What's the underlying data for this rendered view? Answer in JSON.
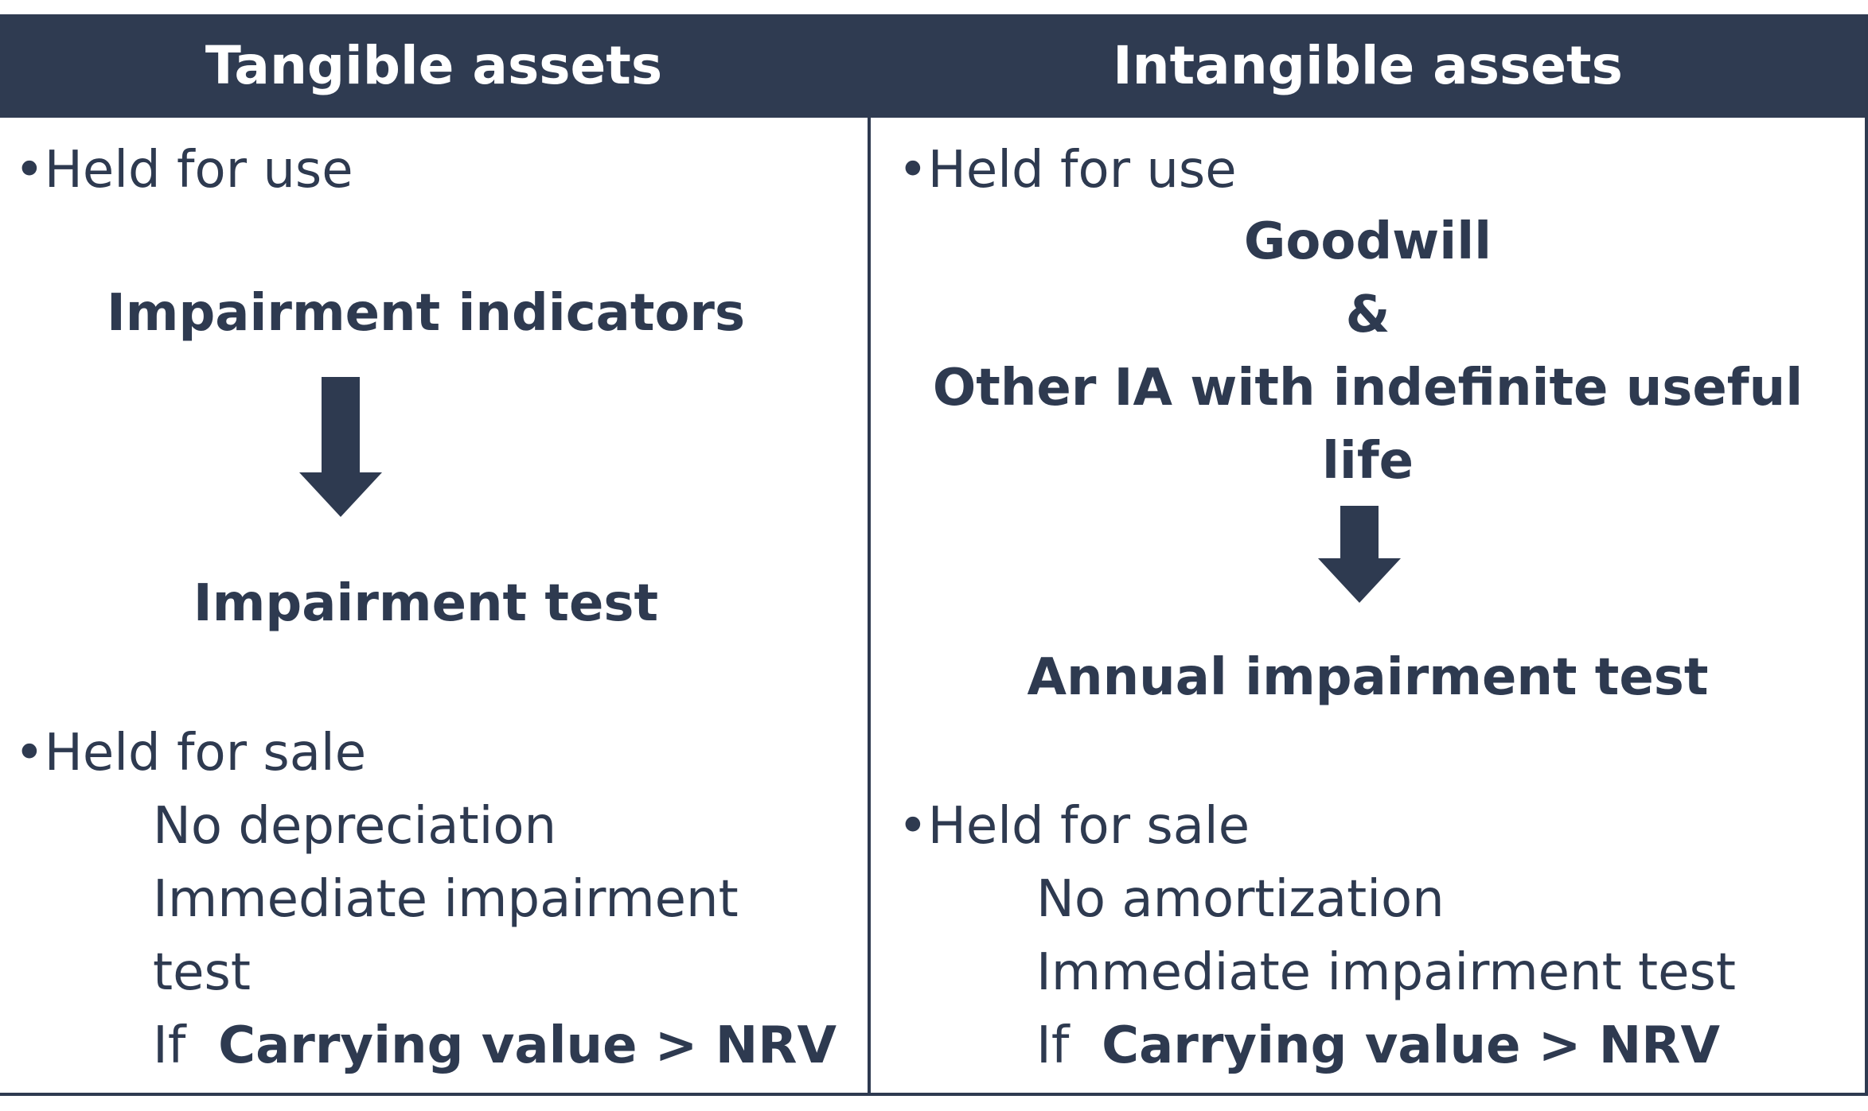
{
  "left": {
    "header": "Tangible assets",
    "held_for_use": "•Held for use",
    "indicators": "Impairment indicators",
    "test": "Impairment test",
    "held_for_sale": "•Held for sale",
    "no_depreciation": "No depreciation",
    "immediate_1": "Immediate impairment",
    "immediate_2": "test",
    "if_label": "If",
    "condition": "Carrying value > NRV"
  },
  "right": {
    "header": "Intangible assets",
    "held_for_use": "•Held for use",
    "goodwill": "Goodwill",
    "ampersand": "&",
    "other_ia_1": "Other IA with indefinite useful",
    "other_ia_2": "life",
    "annual_test": "Annual impairment test",
    "held_for_sale": "•Held for sale",
    "no_amortization": "No amortization",
    "immediate": "Immediate impairment  test",
    "if_label": "If",
    "condition": "Carrying value > NRV"
  },
  "colors": {
    "header_bg": "#2f3b51",
    "text": "#2e3a50",
    "arrow": "#2e3a50"
  }
}
